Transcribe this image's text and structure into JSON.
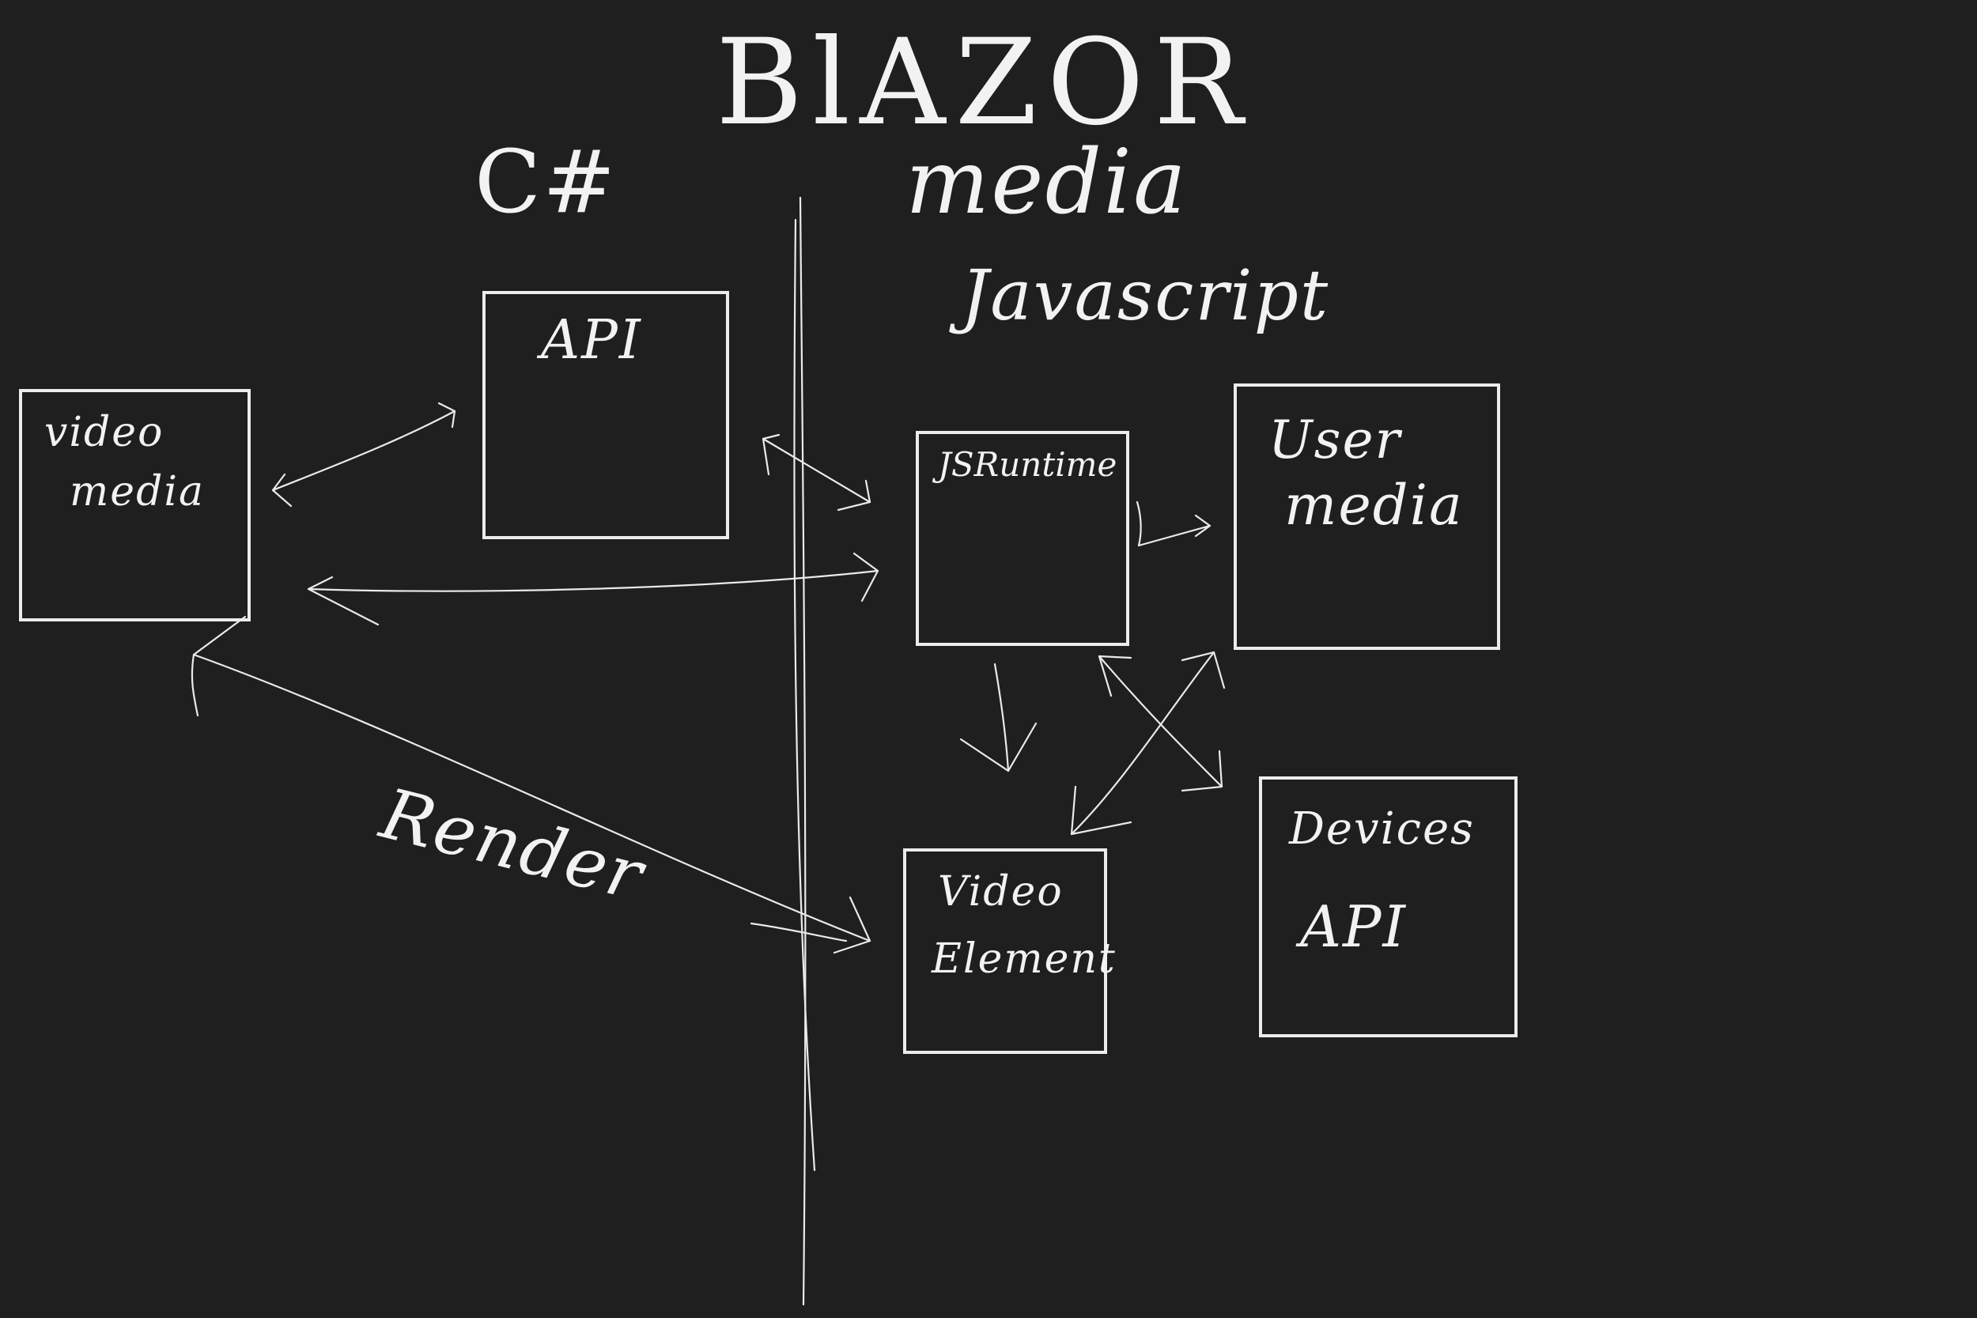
{
  "title": "BlAZOR",
  "subtitle": "media",
  "sections": {
    "left": "C#",
    "right": "Javascript"
  },
  "boxes": {
    "api": {
      "label": "API"
    },
    "video_media": {
      "line1": "video",
      "line2": "media"
    },
    "jsruntime": {
      "label": "JSRuntime"
    },
    "user_media": {
      "line1": "User",
      "line2": "media"
    },
    "devices_api": {
      "line1": "Devices",
      "line2": "API"
    },
    "video_element": {
      "line1": "Video",
      "line2": "Element"
    }
  },
  "edge_labels": {
    "render": "Render"
  },
  "colors": {
    "background": "#1f1f1f",
    "ink": "#ececec"
  }
}
